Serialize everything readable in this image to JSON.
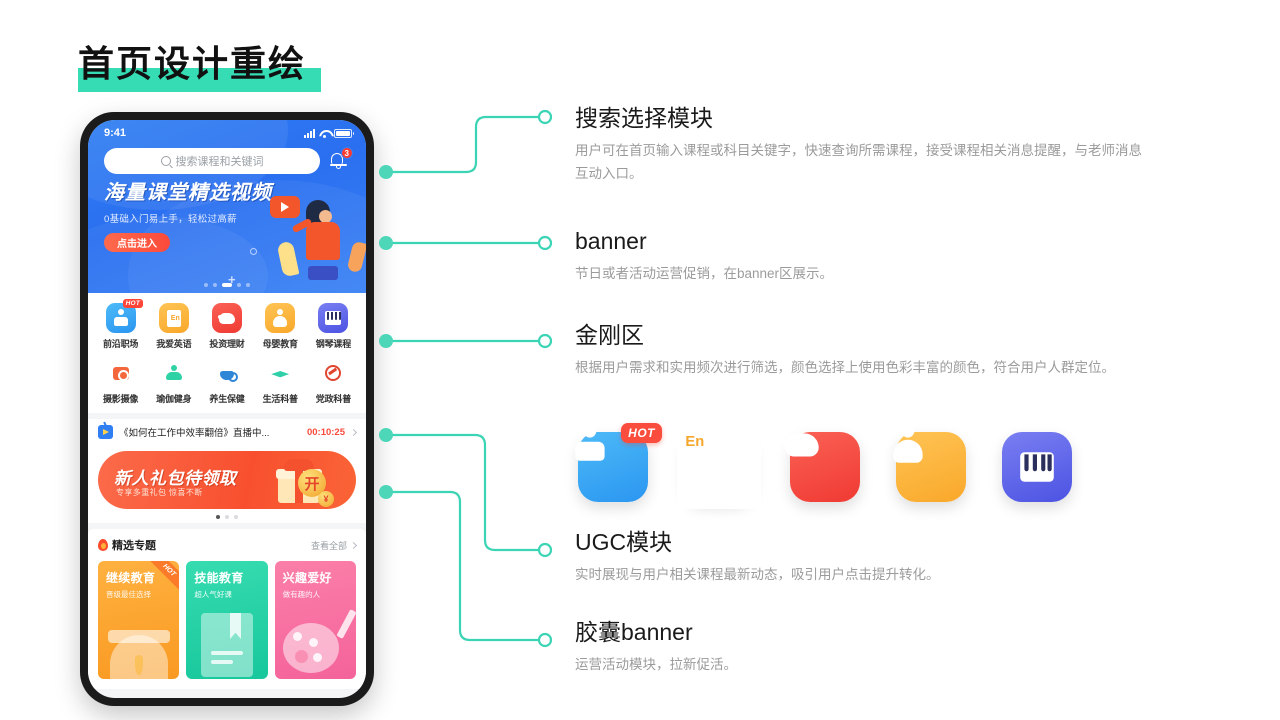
{
  "page": {
    "title": "首页设计重绘",
    "highlight_color": "#35dcb4",
    "connector_color": "#3bd4b4"
  },
  "phone": {
    "status_bar": {
      "time": "9:41",
      "signal_icon": "signal-icon",
      "wifi_icon": "wifi-icon",
      "battery_icon": "battery-icon"
    },
    "search": {
      "placeholder": "搜索课程和关键词",
      "icon": "search-icon"
    },
    "notification": {
      "icon": "bell-icon",
      "badge": "3"
    },
    "banner": {
      "title": "海量课堂精选视频",
      "subtitle": "0基础入门易上手，轻松过高薪",
      "button": "点击进入",
      "dots_total": 5,
      "dot_active": 2
    },
    "grid": [
      {
        "label": "前沿职场",
        "icon": "person-laptop-icon",
        "color": "#32a8f5",
        "badge": "HOT"
      },
      {
        "label": "我爱英语",
        "icon": "english-book-icon",
        "color": "#fbb134",
        "badge": ""
      },
      {
        "label": "投资理财",
        "icon": "piggy-bank-icon",
        "color": "#f4483f",
        "badge": ""
      },
      {
        "label": "母婴教育",
        "icon": "mother-baby-icon",
        "color": "#fbb134",
        "badge": ""
      },
      {
        "label": "钢琴课程",
        "icon": "piano-icon",
        "color": "#5b63e8",
        "badge": ""
      },
      {
        "label": "摄影摄像",
        "icon": "camera-icon",
        "color": "",
        "badge": ""
      },
      {
        "label": "瑜伽健身",
        "icon": "yoga-icon",
        "color": "",
        "badge": ""
      },
      {
        "label": "养生保健",
        "icon": "teapot-icon",
        "color": "",
        "badge": ""
      },
      {
        "label": "生活科普",
        "icon": "graduation-cap-icon",
        "color": "",
        "badge": ""
      },
      {
        "label": "党政科普",
        "icon": "party-emblem-icon",
        "color": "",
        "badge": ""
      }
    ],
    "live": {
      "icon": "live-tv-icon",
      "text": "《如何在工作中效率翻倍》直播中...",
      "timer": "00:10:25",
      "chevron": "chevron-right-icon"
    },
    "capsule": {
      "title": "新人礼包待领取",
      "subtitle": "专享多重礼包 惊喜不断",
      "gift_icon": "gift-box-icon",
      "coin_text": "开",
      "coin2_text": "¥",
      "dots_total": 3,
      "dot_active": 1
    },
    "ugc": {
      "section_title": "精选专题",
      "flame_icon": "flame-icon",
      "more_label": "查看全部",
      "more_icon": "chevron-right-icon",
      "cards": [
        {
          "title": "继续教育",
          "subtitle": "晋级最佳选择",
          "badge": "HOT",
          "art": "graduate-art"
        },
        {
          "title": "技能教育",
          "subtitle": "超人气好课",
          "badge": "",
          "art": "book-art"
        },
        {
          "title": "兴趣爱好",
          "subtitle": "做有趣的人",
          "badge": "",
          "art": "palette-art"
        }
      ]
    }
  },
  "annotations": [
    {
      "heading": "搜索选择模块",
      "body": "用户可在首页输入课程或科目关键字，快速查询所需课程，接受课程相关消息提醒，与老师消息互动入口。"
    },
    {
      "heading": "banner",
      "body": "节日或者活动运营促销，在banner区展示。"
    },
    {
      "heading": "金刚区",
      "body": "根据用户需求和实用频次进行筛选，颜色选择上使用色彩丰富的颜色，符合用户人群定位。"
    },
    {
      "heading": "UGC模块",
      "body": "实时展现与用户相关课程最新动态，吸引用户点击提升转化。"
    },
    {
      "heading": "胶囊banner",
      "body": "运营活动模块，拉新促活。"
    }
  ],
  "showcase_icons": [
    {
      "name": "前沿职场",
      "icon": "person-laptop-icon",
      "color": "#32a8f5",
      "badge": "HOT"
    },
    {
      "name": "我爱英语",
      "icon": "english-book-icon",
      "color": "#fbb134",
      "badge": ""
    },
    {
      "name": "投资理财",
      "icon": "piggy-bank-icon",
      "color": "#f4483f",
      "badge": ""
    },
    {
      "name": "母婴教育",
      "icon": "mother-baby-icon",
      "color": "#fbb134",
      "badge": ""
    },
    {
      "name": "钢琴课程",
      "icon": "piano-icon",
      "color": "#5b63e8",
      "badge": ""
    }
  ]
}
